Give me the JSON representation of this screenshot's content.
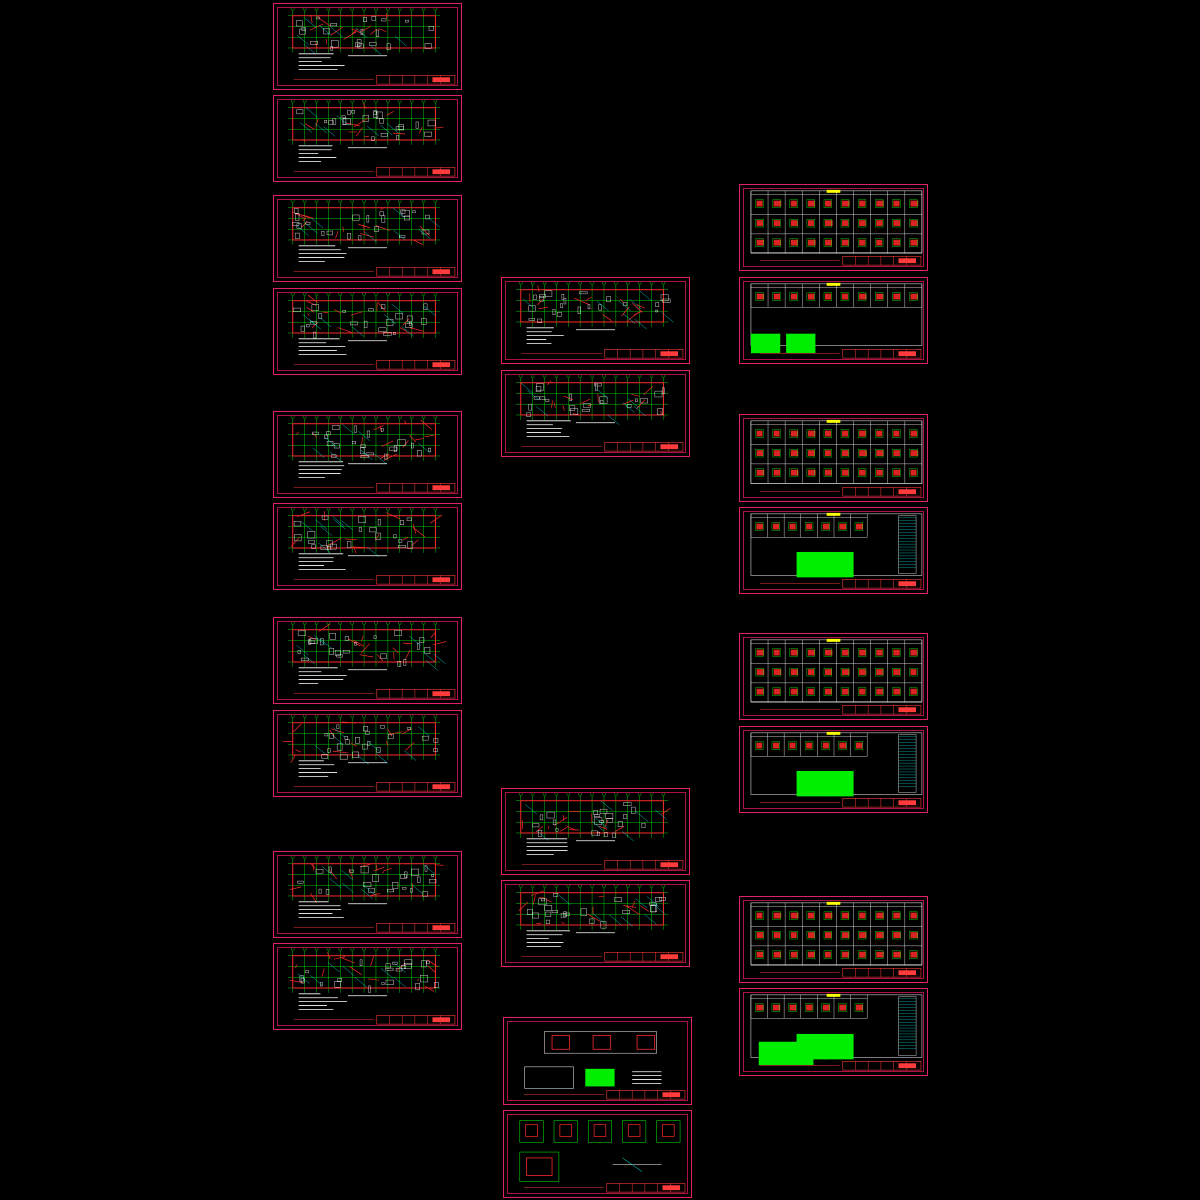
{
  "colors": {
    "background": "#000000",
    "sheet_border": "#e0206a",
    "grid_line": "#00ff00",
    "wall": "#ff2a2a",
    "detail": "#ffffff",
    "dimension": "#00ffff",
    "fill_table": "#00ee00",
    "title_block": "#ff3b3b",
    "highlight": "#ffff00"
  },
  "columns": {
    "left": {
      "sheet_type": "floor-plan",
      "count": 10
    },
    "middle": {
      "sheet_type": "plan-and-detail",
      "count": 6
    },
    "right": {
      "sheet_type": "column-schedule",
      "count": 8
    }
  }
}
